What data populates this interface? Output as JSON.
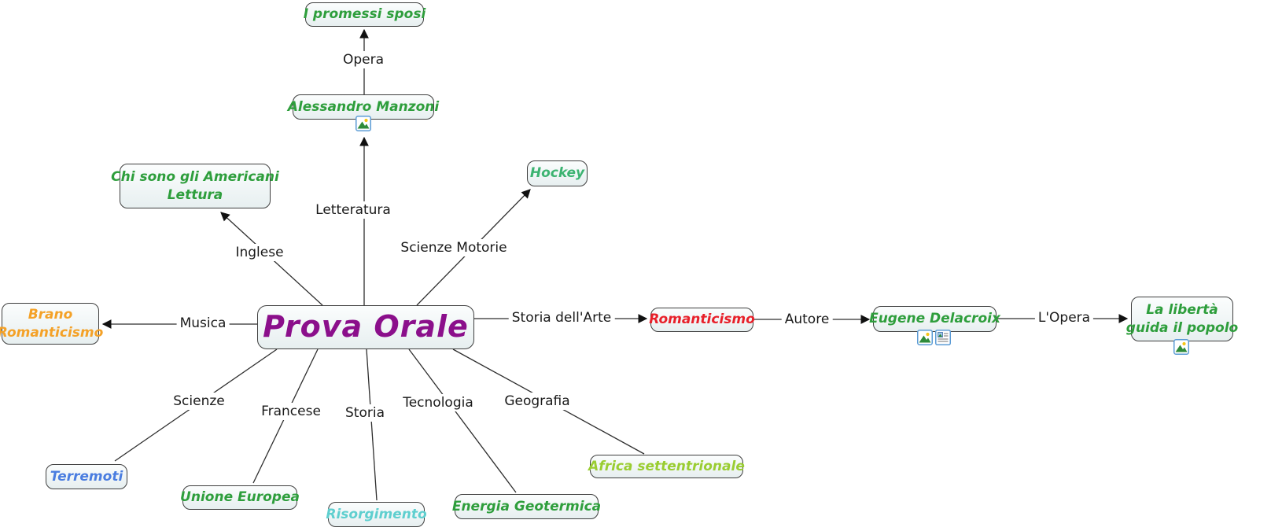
{
  "app": {
    "type": "concept-map",
    "title": "Prova Orale concept map",
    "background": "#ffffff"
  },
  "palette": {
    "node_background_top": "#fbfdfd",
    "node_background_bottom": "#e7eff0",
    "node_border": "#3f3f3f",
    "edge_line": "#2e2e2e",
    "link_label_text": "#1a1a1a",
    "green": "#2e9e3c",
    "sea_green": "#3cb371",
    "orange": "#f4a127",
    "red": "#e8202a",
    "purple": "#8b0f8b",
    "blue": "#4a7de0",
    "turquoise": "#5fcfcf",
    "yellow_green": "#9acd32"
  },
  "nodes": [
    {
      "id": "i-promessi-sposi",
      "label": "I promessi sposi",
      "lines": [
        "I promessi sposi"
      ],
      "text_color": "#2e9e3c"
    },
    {
      "id": "alessandro-manzoni",
      "label": "Alessandro Manzoni",
      "lines": [
        "Alessandro Manzoni"
      ],
      "text_color": "#2e9e3c",
      "resources": [
        "image"
      ]
    },
    {
      "id": "chi-sono-gli-americani",
      "label": "Chi sono gli Americani Lettura",
      "lines": [
        "Chi sono gli Americani",
        "Lettura"
      ],
      "text_color": "#2e9e3c"
    },
    {
      "id": "hockey",
      "label": "Hockey",
      "lines": [
        "Hockey"
      ],
      "text_color": "#3cb371"
    },
    {
      "id": "brano-romanticismo",
      "label": "Brano Romanticismo",
      "lines": [
        "Brano",
        "Romanticismo"
      ],
      "text_color": "#f4a127"
    },
    {
      "id": "prova-orale",
      "label": "Prova Orale",
      "lines": [
        "Prova Orale"
      ],
      "text_color": "#8b0f8b"
    },
    {
      "id": "romanticismo",
      "label": "Romanticismo",
      "lines": [
        "Romanticismo"
      ],
      "text_color": "#e8202a"
    },
    {
      "id": "eugene-delacroix",
      "label": "Eugene Delacroix",
      "lines": [
        "Eugene Delacroix"
      ],
      "text_color": "#2e9e3c",
      "resources": [
        "image",
        "webpage"
      ]
    },
    {
      "id": "la-liberta-guida-il-popolo",
      "label": "La libertà guida il popolo",
      "lines": [
        "La libertà",
        "guida il popolo"
      ],
      "text_color": "#2e9e3c",
      "resources": [
        "image"
      ]
    },
    {
      "id": "terremoti",
      "label": "Terremoti",
      "lines": [
        "Terremoti"
      ],
      "text_color": "#4a7de0"
    },
    {
      "id": "unione-europea",
      "label": "Unione Europea",
      "lines": [
        "Unione Europea"
      ],
      "text_color": "#2e9e3c"
    },
    {
      "id": "risorgimento",
      "label": "Risorgimento",
      "lines": [
        "Risorgimento"
      ],
      "text_color": "#5fcfcf"
    },
    {
      "id": "energia-geotermica",
      "label": "Energia Geotermica",
      "lines": [
        "Energia Geotermica"
      ],
      "text_color": "#2e9e3c"
    },
    {
      "id": "africa-settentrionale",
      "label": "Africa settentrionale",
      "lines": [
        "Africa settentrionale"
      ],
      "text_color": "#9acd32"
    }
  ],
  "links": [
    {
      "label": "Opera",
      "from": "alessandro-manzoni",
      "to": "i-promessi-sposi",
      "arrow": true
    },
    {
      "label": "Letteratura",
      "from": "prova-orale",
      "to": "alessandro-manzoni",
      "arrow": true
    },
    {
      "label": "Inglese",
      "from": "prova-orale",
      "to": "chi-sono-gli-americani",
      "arrow": true
    },
    {
      "label": "Scienze Motorie",
      "from": "prova-orale",
      "to": "hockey",
      "arrow": true
    },
    {
      "label": "Musica",
      "from": "prova-orale",
      "to": "brano-romanticismo",
      "arrow": true
    },
    {
      "label": "Storia dell'Arte",
      "from": "prova-orale",
      "to": "romanticismo",
      "arrow": true
    },
    {
      "label": "Autore",
      "from": "romanticismo",
      "to": "eugene-delacroix",
      "arrow": true
    },
    {
      "label": "L'Opera",
      "from": "eugene-delacroix",
      "to": "la-liberta-guida-il-popolo",
      "arrow": true
    },
    {
      "label": "Scienze",
      "from": "prova-orale",
      "to": "terremoti",
      "arrow": false
    },
    {
      "label": "Francese",
      "from": "prova-orale",
      "to": "unione-europea",
      "arrow": false
    },
    {
      "label": "Storia",
      "from": "prova-orale",
      "to": "risorgimento",
      "arrow": false
    },
    {
      "label": "Tecnologia",
      "from": "prova-orale",
      "to": "energia-geotermica",
      "arrow": false
    },
    {
      "label": "Geografia",
      "from": "prova-orale",
      "to": "africa-settentrionale",
      "arrow": false
    }
  ],
  "resource_icons": [
    {
      "node": "alessandro-manzoni",
      "type": "image-icon"
    },
    {
      "node": "eugene-delacroix",
      "type": "image-icon"
    },
    {
      "node": "eugene-delacroix",
      "type": "webpage-icon"
    },
    {
      "node": "la-liberta-guida-il-popolo",
      "type": "image-icon"
    }
  ]
}
